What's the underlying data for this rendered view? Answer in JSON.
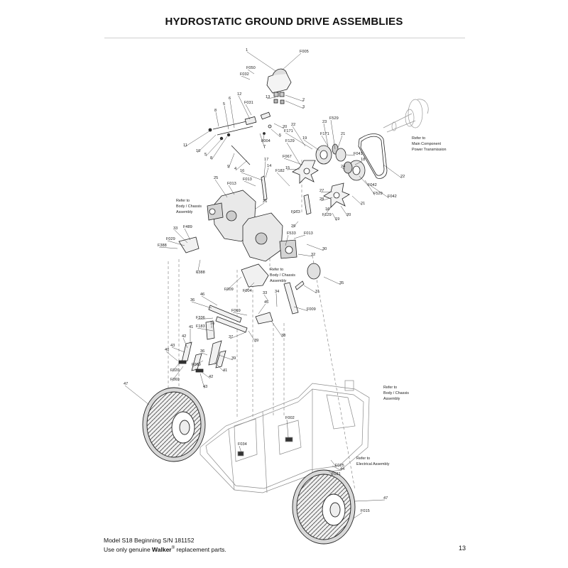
{
  "header": {
    "title": "HYDROSTATIC GROUND DRIVE ASSEMBLIES"
  },
  "footer": {
    "model_line": "Model S18 Beginning S/N 181152",
    "use_prefix": "Use only genuine ",
    "brand": "Walker",
    "registered": "®",
    "use_suffix": " replacement parts.",
    "page_number": "13"
  },
  "notes": [
    [
      "Refer to",
      "Main Component",
      "Power Transmission"
    ],
    [
      "Refer to",
      "Body / Chassis",
      "Assembly"
    ],
    [
      "Refer to",
      "Body / Chassis",
      "Assembly"
    ],
    [
      "Refer to",
      "Body / Chassis",
      "Assembly"
    ],
    [
      "Refer to",
      "Electrical Assembly"
    ]
  ],
  "callouts": [
    "1",
    "F005",
    "F050",
    "F032",
    "2",
    "13",
    "3",
    "12",
    "F031",
    "6",
    "5",
    "8",
    "F004",
    "5",
    "9",
    "7",
    "11",
    "10",
    "5",
    "8",
    "4",
    "20",
    "22",
    "23",
    "F529",
    "F171",
    "F171",
    "21",
    "19",
    "F129",
    "F067",
    "F041",
    "18",
    "15",
    "16",
    "17",
    "F182",
    "14",
    "25",
    "24",
    "22",
    "F042",
    "F013",
    "F013",
    "26",
    "27",
    "28",
    "16",
    "F129",
    "19",
    "20",
    "21",
    "F529",
    "F042",
    "F013",
    "29",
    "F013",
    "F533",
    "30",
    "32",
    "33",
    "F489",
    "F029",
    "F388",
    "F388",
    "F009",
    "F004",
    "33",
    "34",
    "31",
    "35",
    "F009",
    "46",
    "36",
    "45",
    "F336",
    "F069",
    "16",
    "F183",
    "37",
    "38",
    "39",
    "41",
    "42",
    "43",
    "40",
    "36",
    "F069",
    "F020",
    "39",
    "41",
    "F069",
    "42",
    "43",
    "47",
    "F002",
    "F034",
    "F025",
    "44",
    "F031",
    "47",
    "F015"
  ]
}
